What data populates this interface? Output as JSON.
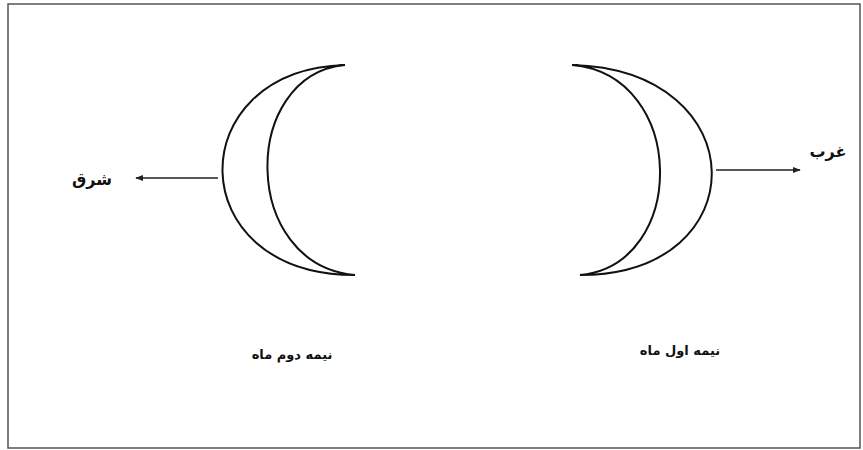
{
  "diagram": {
    "labels": [
      "غرب",
      "شرق",
      "نیمه اول ماه",
      "نیمه دوم ماه"
    ]
  }
}
